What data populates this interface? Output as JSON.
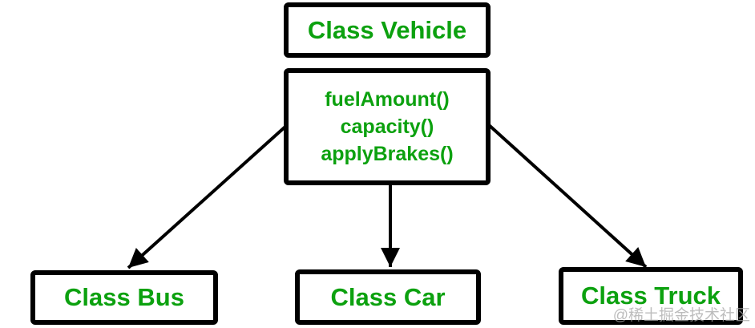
{
  "diagram": {
    "parent": {
      "label": "Class Vehicle"
    },
    "methods": {
      "lines": [
        "fuelAmount()",
        "capacity()",
        "applyBrakes()"
      ]
    },
    "children": [
      {
        "label": "Class Bus"
      },
      {
        "label": "Class Car"
      },
      {
        "label": "Class Truck"
      }
    ],
    "watermark": "@稀土掘金技术社区",
    "colors": {
      "text_green": "#0ca10f",
      "border_black": "#000000",
      "background": "#ffffff",
      "watermark_gray": "#a8a8a8"
    }
  }
}
